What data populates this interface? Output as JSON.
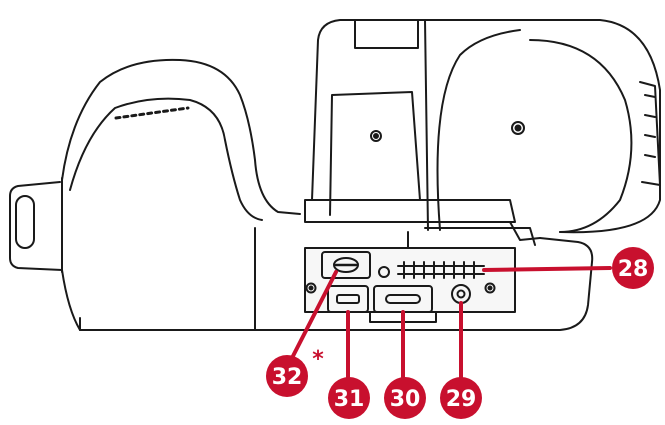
{
  "callouts": {
    "c28": {
      "label": "28"
    },
    "c29": {
      "label": "29"
    },
    "c30": {
      "label": "30"
    },
    "c31": {
      "label": "31"
    },
    "c32": {
      "label": "32",
      "note_mark": "*"
    }
  },
  "colors": {
    "callout": "#c8102e",
    "outline": "#1a1a1a",
    "panel": "#f7f7f7",
    "background": "#ffffff"
  }
}
